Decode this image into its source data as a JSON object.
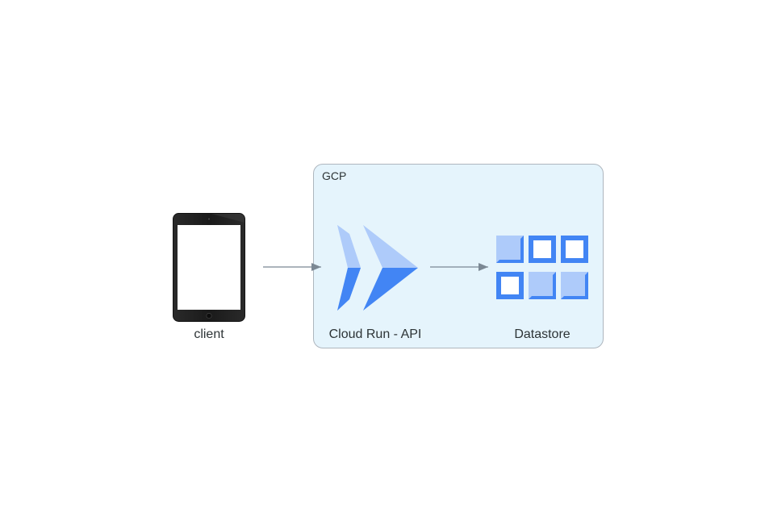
{
  "diagram": {
    "cluster": {
      "label": "GCP"
    },
    "nodes": {
      "client": {
        "label": "client",
        "icon": "tablet-icon"
      },
      "cloud_run": {
        "label": "Cloud Run - API",
        "icon": "cloud-run-icon"
      },
      "datastore": {
        "label": "Datastore",
        "icon": "datastore-icon"
      }
    },
    "edges": [
      {
        "from": "client",
        "to": "Cloud Run - API"
      },
      {
        "from": "Cloud Run - API",
        "to": "Datastore"
      }
    ],
    "colors": {
      "cluster_fill": "#e5f4fc",
      "cluster_border": "#aeb6be",
      "edge": "#7b8894",
      "gcp_blue": "#4285f4",
      "gcp_light_blue": "#aecbfa"
    }
  }
}
